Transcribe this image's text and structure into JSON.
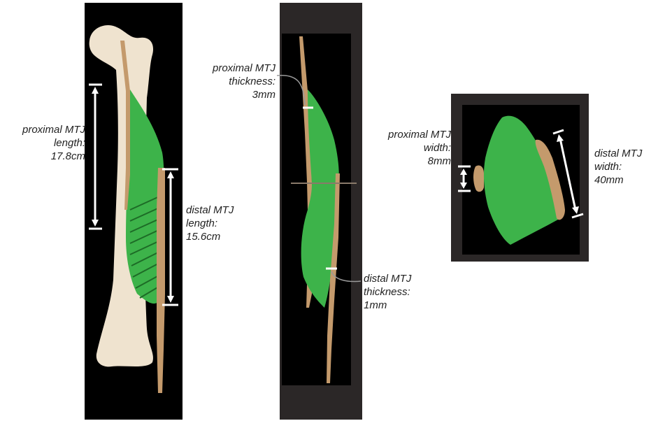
{
  "colors": {
    "background": "#000000",
    "frame": "#2b2727",
    "muscle": "#3db34a",
    "muscle_fiber": "#2a8c35",
    "bone": "#efe3cf",
    "tendon": "#c49a6c",
    "marker": "#ffffff",
    "leader_line": "#999999"
  },
  "panels": [
    {
      "measurements": [
        {
          "lines": [
            "proximal MTJ",
            "length:",
            "17.8cm"
          ]
        },
        {
          "lines": [
            "distal MTJ",
            "length:",
            "15.6cm"
          ]
        }
      ]
    },
    {
      "measurements": [
        {
          "lines": [
            "proximal MTJ",
            "thickness:",
            "3mm"
          ]
        },
        {
          "lines": [
            "distal MTJ",
            "thickness:",
            "1mm"
          ]
        }
      ]
    },
    {
      "measurements": [
        {
          "lines": [
            "proximal MTJ",
            "width:",
            "8mm"
          ]
        },
        {
          "lines": [
            "distal MTJ",
            "width:",
            "40mm"
          ]
        }
      ]
    }
  ]
}
